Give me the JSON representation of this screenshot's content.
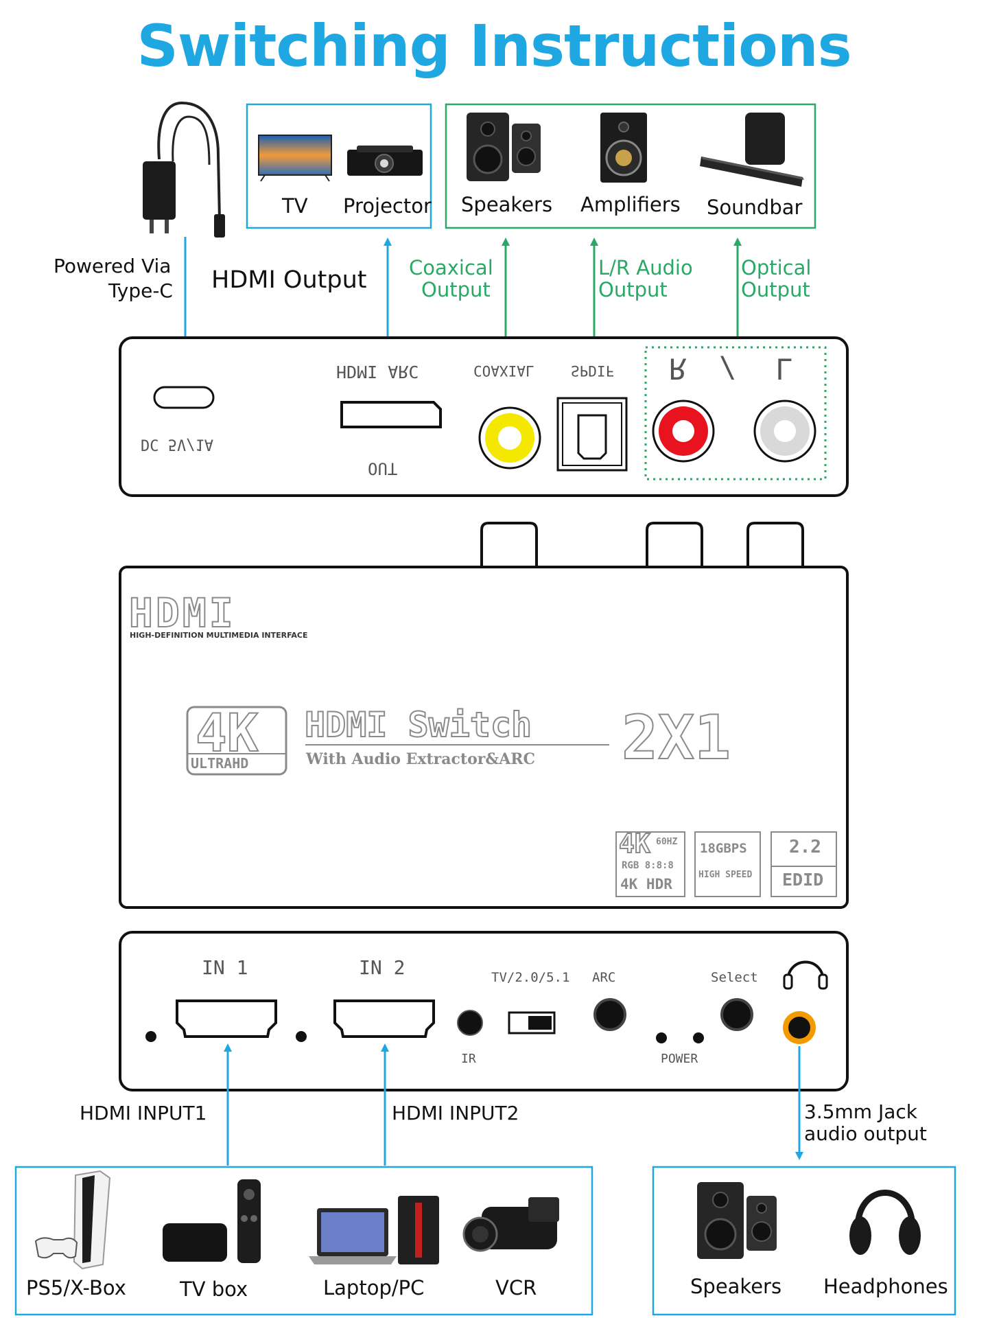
{
  "title": "Switching Instructions",
  "colors": {
    "accent_blue": "#1ea7e1",
    "accent_green": "#2aa866",
    "rca_yellow": "#f4e800",
    "rca_red": "#e8131f",
    "rca_white": "#d9d9d9",
    "jack_orange": "#f29a00",
    "box_stroke": "#111111"
  },
  "power": {
    "label_line1": "Powered Via",
    "label_line2": "Type-C",
    "icon": "usb-c-charger-icon"
  },
  "outputs": {
    "display_group": [
      {
        "label": "TV",
        "icon": "tv-icon"
      },
      {
        "label": "Projector",
        "icon": "projector-icon"
      }
    ],
    "audio_group": [
      {
        "label": "Speakers",
        "icon": "speakers-icon"
      },
      {
        "label": "Amplifiers",
        "icon": "amplifier-icon"
      },
      {
        "label": "Soundbar",
        "icon": "soundbar-icon"
      }
    ],
    "hdmi_output_label": "HDMI Output",
    "coaxial_label_line1": "Coaxical",
    "coaxial_label_line2": "Output",
    "lr_label_line1": "L/R Audio",
    "lr_label_line2": "Output",
    "optical_label_line1": "Optical",
    "optical_label_line2": "Output"
  },
  "rear_panel": {
    "dc_label": "DC 5V/1A",
    "hdmi_arc_label": "HDMI ARC",
    "out_label": "OUT",
    "coaxial_label": "COAXIAL",
    "spdif_label": "SPDIF",
    "right_label": "R",
    "slash_label": "/",
    "left_label": "L"
  },
  "top_device": {
    "brand": "HDMI",
    "brand_sub": "HIGH-DEFINITION MULTIMEDIA INTERFACE",
    "badge_4k": "4K",
    "badge_ultrahd": "ULTRAHD",
    "product_line1": "HDMI Switch",
    "product_line2": "With Audio Extractor&ARC",
    "ratio": "2X1",
    "spec1_top": "4K",
    "spec1_hz": "60HZ",
    "spec1_mid": "RGB 8:8:8",
    "spec1_bottom": "4K HDR",
    "spec2_top": "18GBPS",
    "spec2_bottom": "HIGH SPEED",
    "spec3_top": "2.2",
    "spec3_bottom": "EDID"
  },
  "front_panel": {
    "in1_label": "IN 1",
    "in2_label": "IN 2",
    "ir_label": "IR",
    "mode_label": "TV/2.0/5.1",
    "arc_label": "ARC",
    "select_label": "Select",
    "power_label": "POWER",
    "headphone_icon": "headphone-icon"
  },
  "inputs": {
    "input1_label": "HDMI INPUT1",
    "input2_label": "HDMI INPUT2",
    "jack_label_line1": "3.5mm Jack",
    "jack_label_line2": "audio output",
    "source_group": [
      {
        "label": "PS5/X-Box",
        "icon": "game-console-icon"
      },
      {
        "label": "TV box",
        "icon": "tv-box-icon"
      },
      {
        "label": "Laptop/PC",
        "icon": "laptop-pc-icon"
      },
      {
        "label": "VCR",
        "icon": "camcorder-icon"
      }
    ],
    "audio_group": [
      {
        "label": "Speakers",
        "icon": "speakers-icon"
      },
      {
        "label": "Headphones",
        "icon": "headphones-icon"
      }
    ]
  }
}
